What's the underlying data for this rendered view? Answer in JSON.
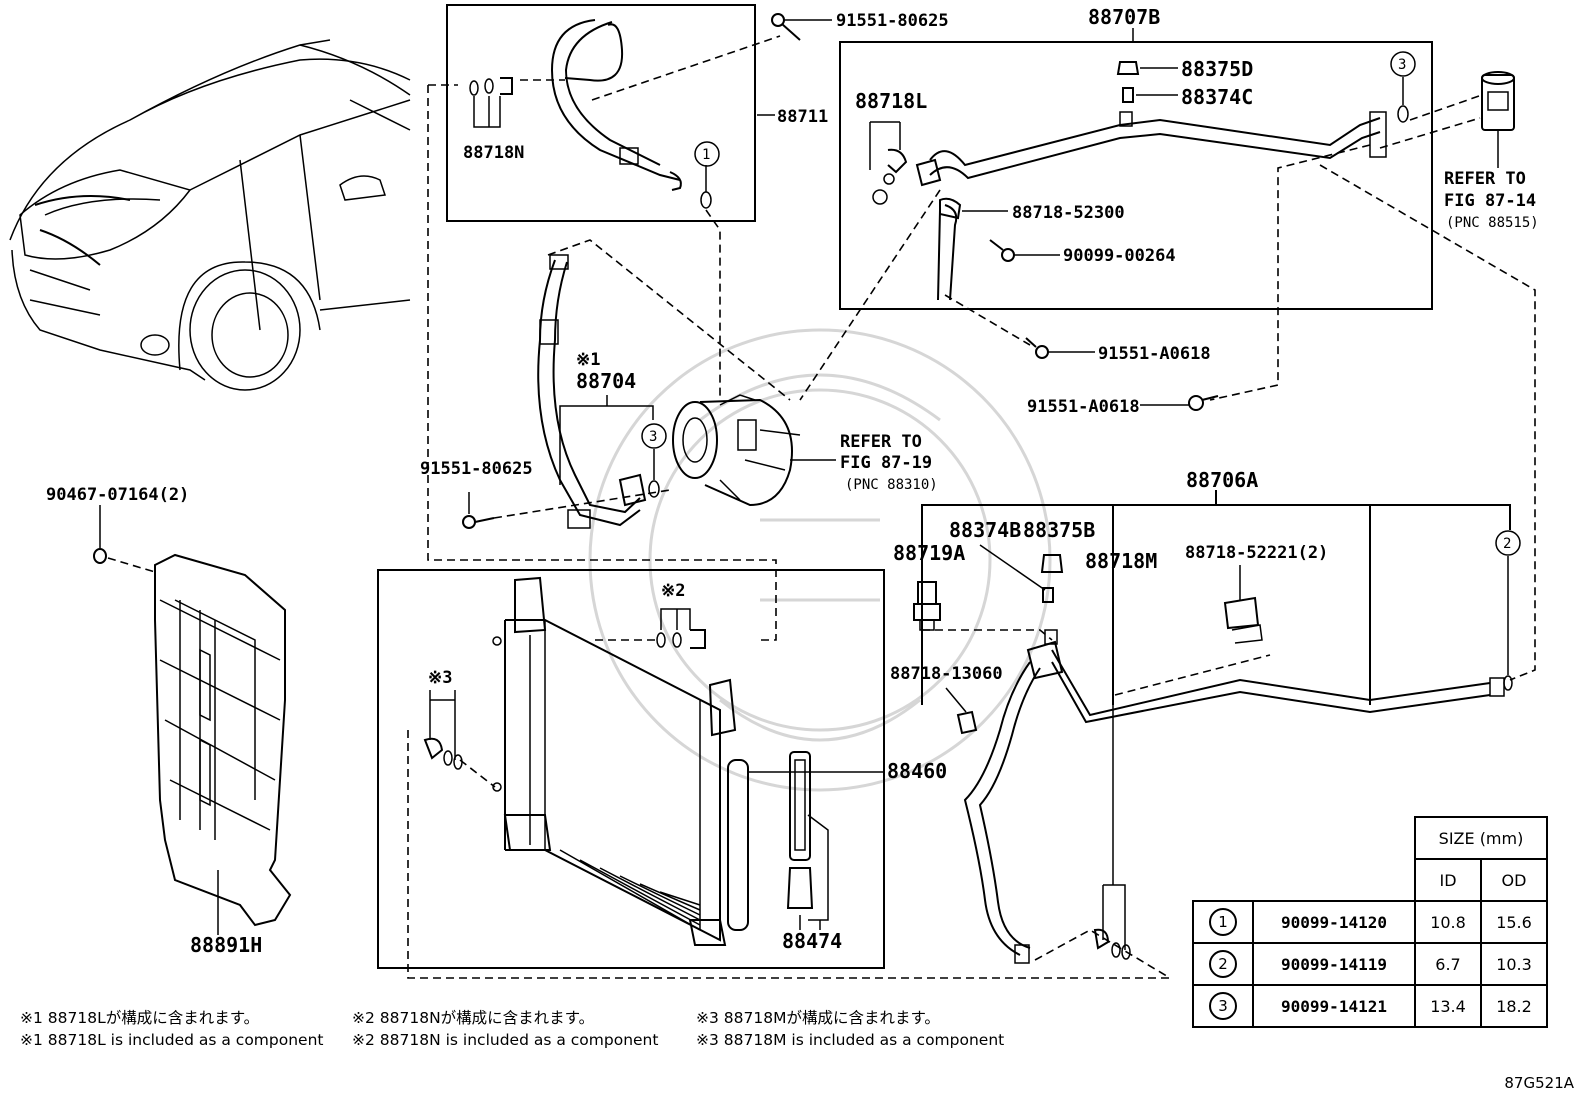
{
  "labels": {
    "p88711": "88711",
    "p88718N": "88718N",
    "p91551_80625_top": "91551-80625",
    "p88707B": "88707B",
    "p88375D": "88375D",
    "p88374C": "88374C",
    "p88718L": "88718L",
    "p88718_52300": "88718-52300",
    "p90099_00264": "90099-00264",
    "p91551_A0618_a": "91551-A0618",
    "p91551_A0618_b": "91551-A0618",
    "refer_top_1": "REFER TO",
    "refer_top_2": "FIG 87-14",
    "refer_top_3": "(PNC 88515)",
    "mark1_top": "※1",
    "p88704": "88704",
    "refer_mid_1": "REFER TO",
    "refer_mid_2": "FIG 87-19",
    "refer_mid_3": "(PNC 88310)",
    "p91551_80625_mid": "91551-80625",
    "p90467_07164": "90467-07164(2)",
    "p88706A": "88706A",
    "p88374B": "88374B",
    "p88375B": "88375B",
    "p88719A": "88719A",
    "p88718M": "88718M",
    "p88718_52221": "88718-52221(2)",
    "p88718_13060": "88718-13060",
    "mark2": "※2",
    "mark3": "※3",
    "p88460": "88460",
    "p88474": "88474",
    "p88891H": "88891H",
    "c1": "1",
    "c2": "2",
    "c3a": "3",
    "c3b": "3"
  },
  "notes": [
    {
      "jp": "※1 88718Lが構成に含まれます。",
      "en": "※1 88718L is included as a component"
    },
    {
      "jp": "※2 88718Nが構成に含まれます。",
      "en": "※2 88718N is included as a component"
    },
    {
      "jp": "※3 88718Mが構成に含まれます。",
      "en": "※3 88718M is included as a component"
    }
  ],
  "size_table": {
    "header": "SIZE (mm)",
    "col_id": "ID",
    "col_od": "OD",
    "rows": [
      {
        "key": "1",
        "part": "90099-14120",
        "id": "10.8",
        "od": "15.6"
      },
      {
        "key": "2",
        "part": "90099-14119",
        "id": "6.7",
        "od": "10.3"
      },
      {
        "key": "3",
        "part": "90099-14121",
        "id": "13.4",
        "od": "18.2"
      }
    ]
  },
  "figure_code": "87G521A"
}
